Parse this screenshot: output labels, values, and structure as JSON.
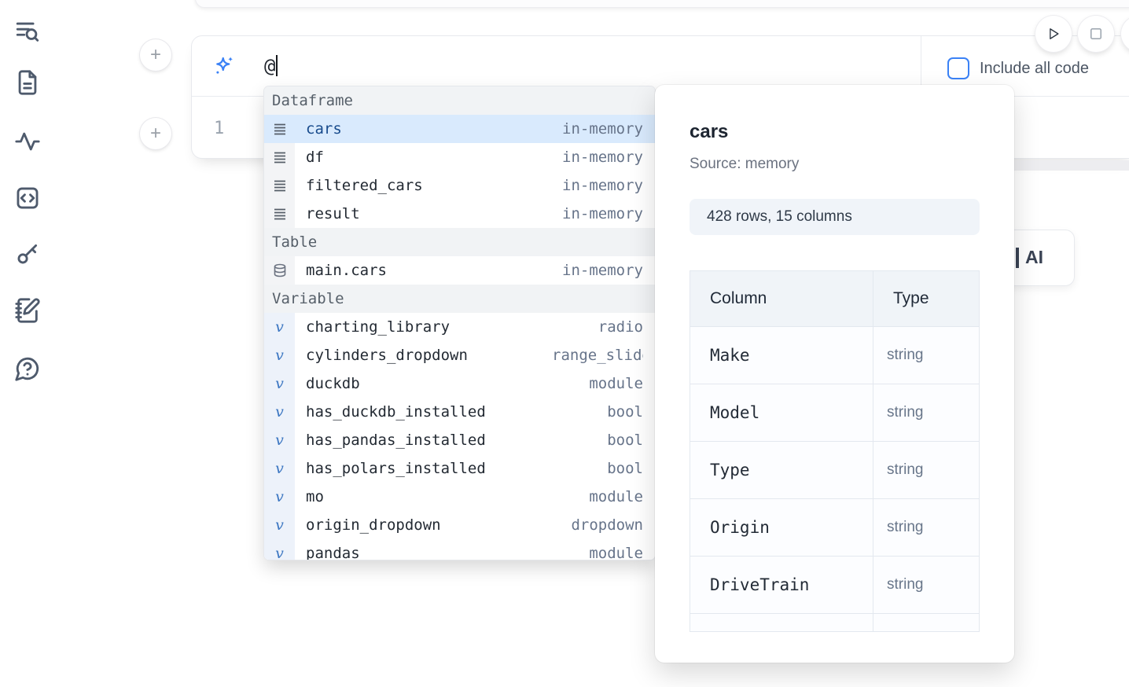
{
  "sidebar": {
    "items": [
      {
        "id": "toc-search",
        "icon": "list-search-icon"
      },
      {
        "id": "files",
        "icon": "file-text-icon"
      },
      {
        "id": "tracing",
        "icon": "activity-icon"
      },
      {
        "id": "snippets",
        "icon": "code-square-icon"
      },
      {
        "id": "secrets",
        "icon": "key-icon"
      },
      {
        "id": "scratchpad",
        "icon": "notebook-pen-icon"
      },
      {
        "id": "help",
        "icon": "help-chat-icon"
      }
    ]
  },
  "run_controls": {
    "play_icon": "play-icon",
    "stop_icon": "stop-icon"
  },
  "ai_prompt": {
    "value": "@",
    "include_all_code": {
      "label": "Include all code",
      "checked": false
    }
  },
  "editor": {
    "line_number": "1"
  },
  "cell_actions": {
    "icons": [
      "database-icon",
      "markdown-icon"
    ]
  },
  "ai_button": {
    "visible_label": "AI"
  },
  "autocomplete": {
    "sections": [
      {
        "label": "Dataframe",
        "items": [
          {
            "name": "cars",
            "type": "in-memory",
            "selected": true
          },
          {
            "name": "df",
            "type": "in-memory"
          },
          {
            "name": "filtered_cars",
            "type": "in-memory"
          },
          {
            "name": "result",
            "type": "in-memory"
          }
        ]
      },
      {
        "label": "Table",
        "items": [
          {
            "name": "main.cars",
            "type": "in-memory"
          }
        ]
      },
      {
        "label": "Variable",
        "items": [
          {
            "name": "charting_library",
            "type": "radio"
          },
          {
            "name": "cylinders_dropdown",
            "type": "range_slider"
          },
          {
            "name": "duckdb",
            "type": "module"
          },
          {
            "name": "has_duckdb_installed",
            "type": "bool"
          },
          {
            "name": "has_pandas_installed",
            "type": "bool"
          },
          {
            "name": "has_polars_installed",
            "type": "bool"
          },
          {
            "name": "mo",
            "type": "module"
          },
          {
            "name": "origin_dropdown",
            "type": "dropdown"
          },
          {
            "name": "pandas",
            "type": "module"
          }
        ]
      }
    ]
  },
  "preview_panel": {
    "title": "cars",
    "source": "Source: memory",
    "shape": "428 rows, 15 columns",
    "schema_table": {
      "headers": [
        "Column",
        "Type"
      ],
      "rows": [
        {
          "column": "Make",
          "type": "string"
        },
        {
          "column": "Model",
          "type": "string"
        },
        {
          "column": "Type",
          "type": "string"
        },
        {
          "column": "Origin",
          "type": "string"
        },
        {
          "column": "DriveTrain",
          "type": "string"
        }
      ]
    }
  },
  "icons": {
    "variable_glyph": "v",
    "plus_glyph": "+",
    "markdown_glyph": "M↓"
  },
  "colors": {
    "accent_blue": "#3b82f6",
    "selection_bg": "#d9eafd",
    "steel_blue": "#4e7ea8"
  }
}
